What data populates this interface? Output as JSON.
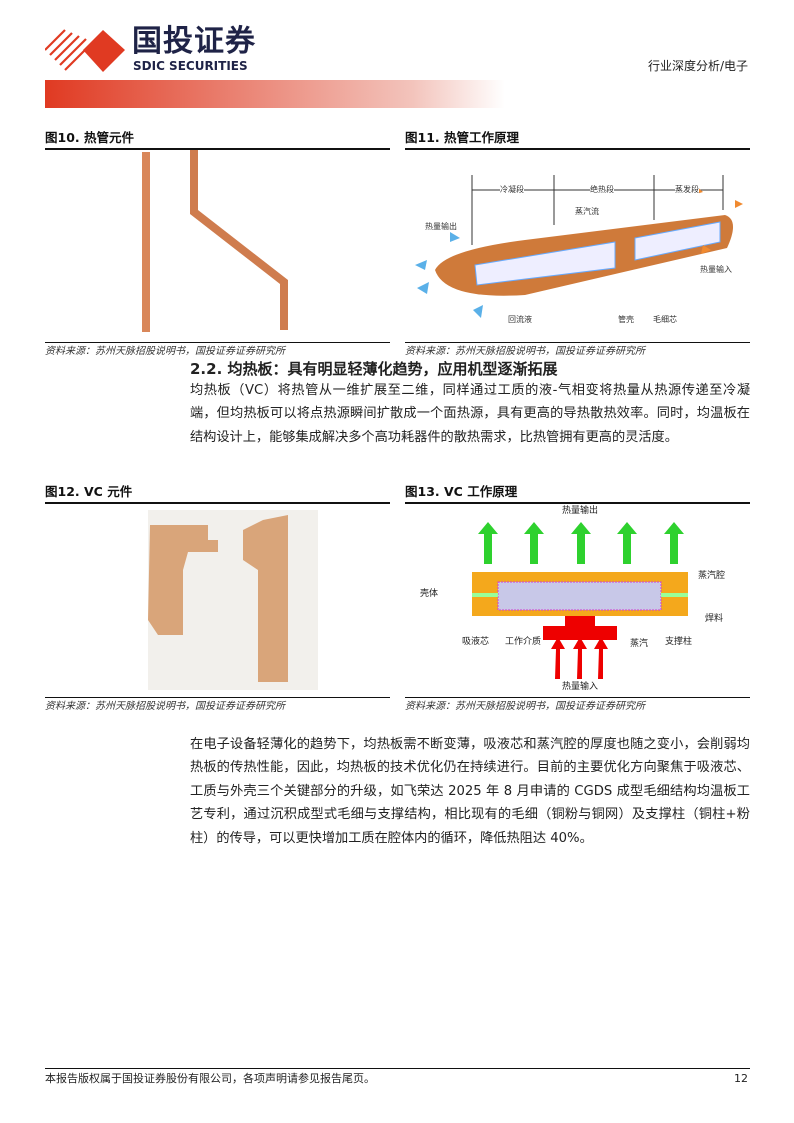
{
  "header": {
    "logo_cn": "国投证券",
    "logo_en": "SDIC SECURITIES",
    "category": "行业深度分析/电子",
    "brand_color": "#e03a22"
  },
  "figures": [
    {
      "title": "图10. 热管元件",
      "source": "资料来源：苏州天脉招股说明书，国投证券证券研究所"
    },
    {
      "title": "图11. 热管工作原理",
      "source": "资料来源：苏州天脉招股说明书，国投证券证券研究所",
      "labels": {
        "cond": "冷凝段",
        "adiabatic": "绝热段",
        "evap": "蒸发段",
        "heat_out": "热量输出",
        "heat_in": "热量输入",
        "vapor": "蒸汽流",
        "return": "回流液",
        "shell": "管壳",
        "wick": "毛细芯"
      }
    },
    {
      "title": "图12. VC 元件",
      "source": "资料来源：苏州天脉招股说明书，国投证券证券研究所"
    },
    {
      "title": "图13. VC 工作原理",
      "source": "资料来源：苏州天脉招股说明书，国投证券证券研究所",
      "labels": {
        "heat_out": "热量输出",
        "heat_in": "热量输入",
        "shell": "壳体",
        "chamber": "蒸汽腔",
        "solder": "焊料",
        "wick": "吸液芯",
        "medium": "工作介质",
        "vapor": "蒸汽",
        "pillar": "支撑柱"
      }
    }
  ],
  "section": {
    "heading": "2.2. 均热板：具有明显轻薄化趋势，应用机型逐渐拓展",
    "para1": "均热板（VC）将热管从一维扩展至二维，同样通过工质的液-气相变将热量从热源传递至冷凝端，但均热板可以将点热源瞬间扩散成一个面热源，具有更高的导热散热效率。同时，均温板在结构设计上，能够集成解决多个高功耗器件的散热需求，比热管拥有更高的灵活度。",
    "para2": "在电子设备轻薄化的趋势下，均热板需不断变薄，吸液芯和蒸汽腔的厚度也随之变小，会削弱均热板的传热性能，因此，均热板的技术优化仍在持续进行。目前的主要优化方向聚焦于吸液芯、工质与外壳三个关键部分的升级，如飞荣达 2025 年 8 月申请的 CGDS 成型毛细结构均温板工艺专利，通过沉积成型式毛细与支撑结构，相比现有的毛细（铜粉与铜网）及支撑柱（铜柱+粉柱）的传导，可以更快增加工质在腔体内的循环，降低热阻达 40%。"
  },
  "footer": {
    "disclaimer": "本报告版权属于国投证券股份有限公司，各项声明请参见报告尾页。",
    "page": "12"
  }
}
